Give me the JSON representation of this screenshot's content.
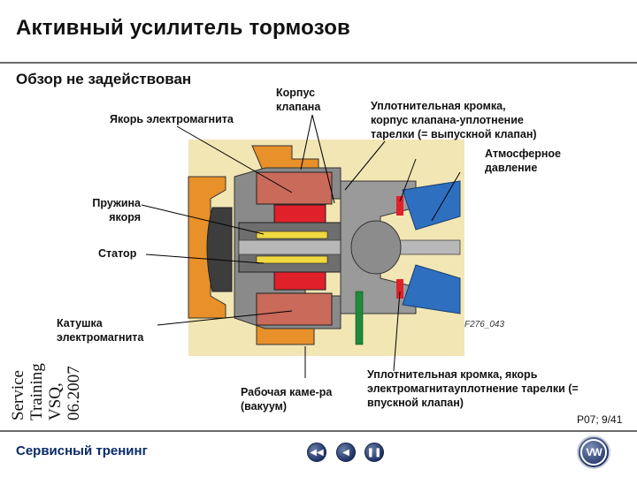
{
  "header": {
    "title": "Активный усилитель тормозов",
    "subtitle": "Обзор не задействован"
  },
  "labels": {
    "armature": "Якорь электромагнита",
    "valve_body": "Корпус клапана",
    "seal_edge_top": "Уплотнительная кромка, корпус клапана-уплотнение тарелки (= выпускной клапан)",
    "atmospheric": "Атмосферное давление",
    "spring": "Пружина якоря",
    "stator": "Статор",
    "coil": "Катушка электромагнита",
    "vacuum_chamber": "Рабочая каме-ра (вакуум)",
    "seal_edge_bottom": "Уплотнительная кромка, якорь электромагнитауплотнение тарелки (= впускной клапан)"
  },
  "figure": {
    "id": "F276_043"
  },
  "sidebar": {
    "line1": "Service",
    "line2": "Training",
    "line3": "VSQ,",
    "line4": "06.2007"
  },
  "footer": {
    "title": "Сервисный тренинг",
    "page": "P07; 9/41"
  },
  "nav": {
    "back_icon": "double-arrow-left-icon",
    "prev_icon": "arrow-left-icon",
    "pause_icon": "pause-icon"
  },
  "colors": {
    "orange": "#e8902a",
    "gray": "#8a8a8a",
    "dark_gray": "#555555",
    "red": "#e0202a",
    "coil": "#c96a5a",
    "blue": "#2e6fc0",
    "yellow": "#f0d840",
    "green": "#1f8a3a"
  }
}
